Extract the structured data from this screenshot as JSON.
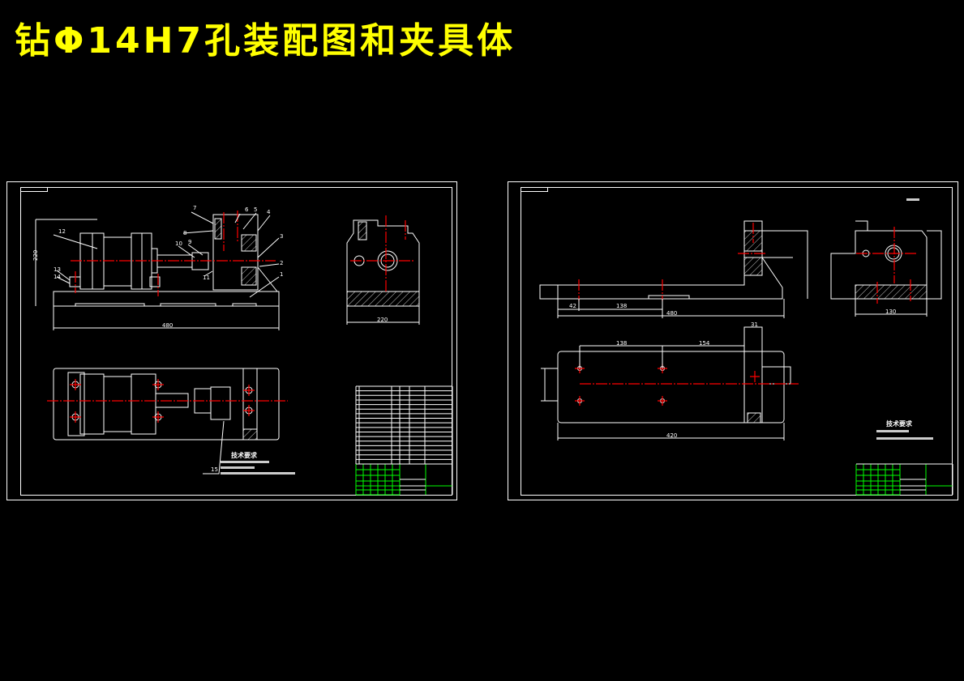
{
  "title": "钻Φ14H7孔装配图和夹具体",
  "colors": {
    "background": "#000000",
    "title": "#ffff00",
    "lines": "#ffffff",
    "centerlines": "#ff0000",
    "title_block": "#00ff00"
  },
  "assembly_sheet": {
    "dimensions": [
      "480",
      "220",
      "220"
    ],
    "part_labels": [
      "12",
      "7",
      "8",
      "6",
      "5",
      "4",
      "3",
      "2",
      "1",
      "10",
      "9",
      "13",
      "14",
      "11",
      "15"
    ],
    "tech_requirements_heading": "技术要求"
  },
  "part_sheet": {
    "dimensions": [
      "42",
      "138",
      "480",
      "138",
      "154",
      "31",
      "420",
      "130"
    ],
    "tech_requirements_heading": "技术要求"
  }
}
